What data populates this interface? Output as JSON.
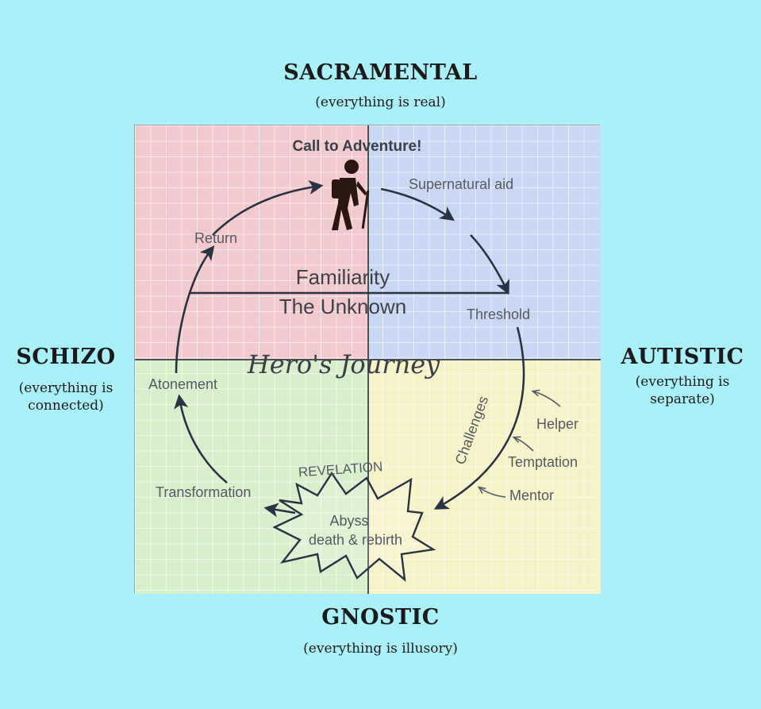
{
  "axes": {
    "top": {
      "title": "SACRAMENTAL",
      "subtitle": "(everything is real)"
    },
    "bottom": {
      "title": "GNOSTIC",
      "subtitle": "(everything is illusory)"
    },
    "left": {
      "title": "SCHIZO",
      "subtitle_line1": "(everything is",
      "subtitle_line2": "connected)"
    },
    "right": {
      "title": "AUTISTIC",
      "subtitle_line1": "(everything is",
      "subtitle_line2": "separate)"
    }
  },
  "quadrant_colors": {
    "top_left": "#f2c9cd",
    "top_right": "#c8d8f4",
    "bottom_left": "#d8efcc",
    "bottom_right": "#f7f3c8"
  },
  "journey": {
    "call": "Call to Adventure!",
    "supernatural_aid": "Supernatural aid",
    "threshold": "Threshold",
    "familiarity": "Familiarity",
    "unknown": "The Unknown",
    "title": "Hero's Journey",
    "return": "Return",
    "atonement": "Atonement",
    "transformation": "Transformation",
    "revelation": "REVELATION",
    "abyss": "Abyss",
    "death_rebirth": "death & rebirth",
    "challenges": "Challenges",
    "helper": "Helper",
    "temptation": "Temptation",
    "mentor": "Mentor"
  },
  "icons": [
    "hiker-icon"
  ]
}
